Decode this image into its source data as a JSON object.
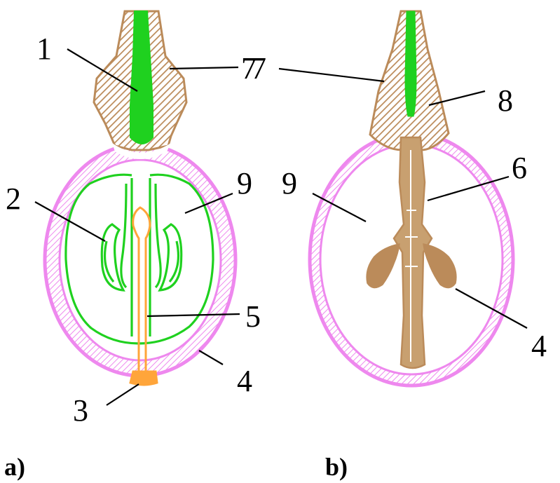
{
  "panels": [
    {
      "label": "a)",
      "callouts": [
        "1",
        "2",
        "3",
        "4",
        "5",
        "7",
        "9"
      ]
    },
    {
      "label": "b)",
      "callouts": [
        "4",
        "6",
        "7",
        "8",
        "9"
      ]
    }
  ],
  "colors": {
    "wall": "#ee88ee",
    "beak": "#bb8b5a",
    "green": "#1fd11f",
    "orange": "#ffa53a"
  }
}
